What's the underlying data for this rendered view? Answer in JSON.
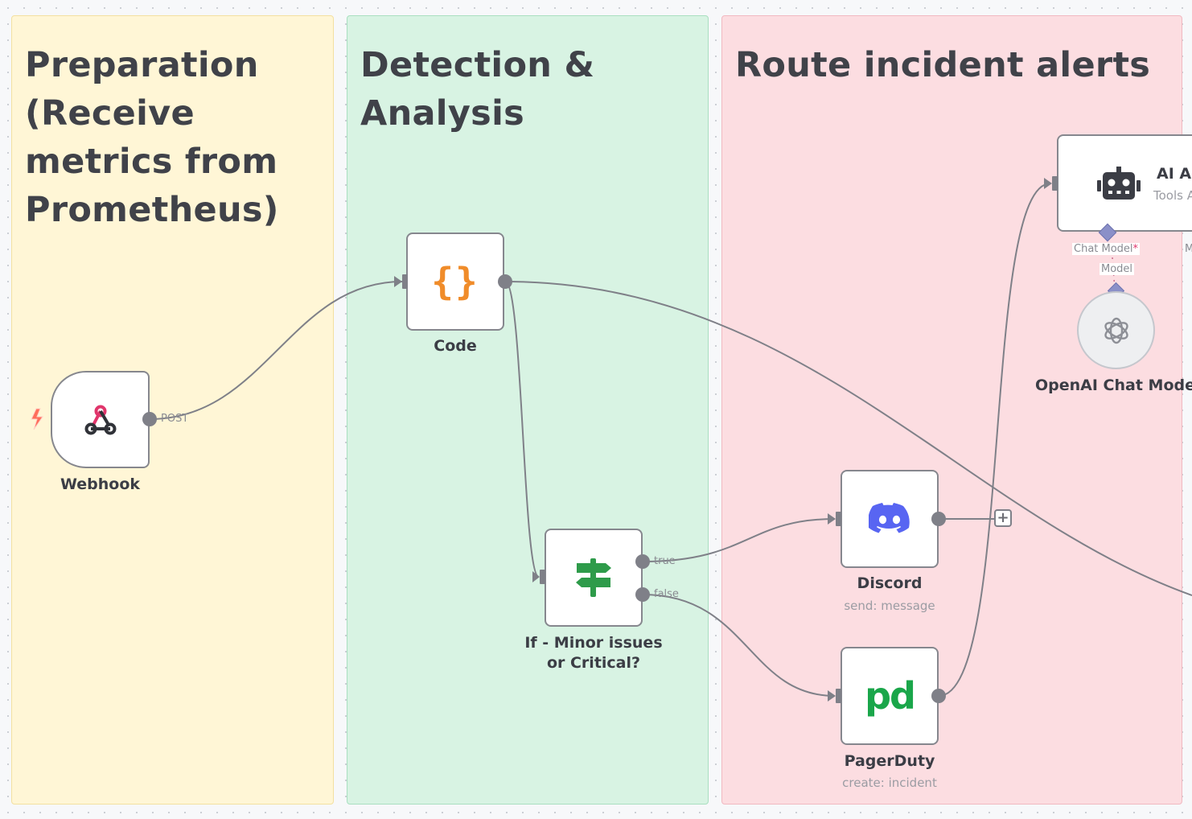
{
  "canvas": {
    "sticky_notes": [
      {
        "id": "prep",
        "title": "Preparation (Receive metrics from Prometheus)",
        "color": "#fff6d6"
      },
      {
        "id": "detect",
        "title": "Detection & Analysis",
        "color": "#d8f3e3"
      },
      {
        "id": "route",
        "title": "Route incident alerts",
        "color": "#fcdde1"
      }
    ],
    "nodes": {
      "webhook": {
        "label": "Webhook",
        "icon": "webhook-icon",
        "output_label": "POST",
        "trigger_icon": "lightning-icon"
      },
      "code": {
        "label": "Code",
        "icon": "curly-braces-icon"
      },
      "if": {
        "label": "If - Minor issues or Critical?",
        "icon": "signpost-icon",
        "true_label": "true",
        "false_label": "false"
      },
      "discord": {
        "label": "Discord",
        "subtitle": "send: message",
        "icon": "discord-icon"
      },
      "pagerduty": {
        "label": "PagerDuty",
        "subtitle": "create: incident",
        "icon": "pagerduty-icon",
        "icon_text": "pd"
      },
      "ai_agent": {
        "label": "AI Ag",
        "subtitle": "Tools A",
        "icon": "robot-icon",
        "chat_model_port": "Chat Model",
        "required_marker": "*",
        "right_port": "M"
      },
      "openai": {
        "label": "OpenAI Chat Model",
        "icon": "openai-icon",
        "port_label": "Model"
      }
    }
  },
  "colors": {
    "edge": "#7f8088",
    "code_icon": "#f08c2a",
    "if_icon": "#2e9b4a",
    "discord_icon": "#5865f2",
    "pagerduty_icon": "#1aa64a",
    "webhook_icon": "#e0356b",
    "trigger_icon": "#ff6d5a",
    "ai_port": "#8b90c8"
  }
}
